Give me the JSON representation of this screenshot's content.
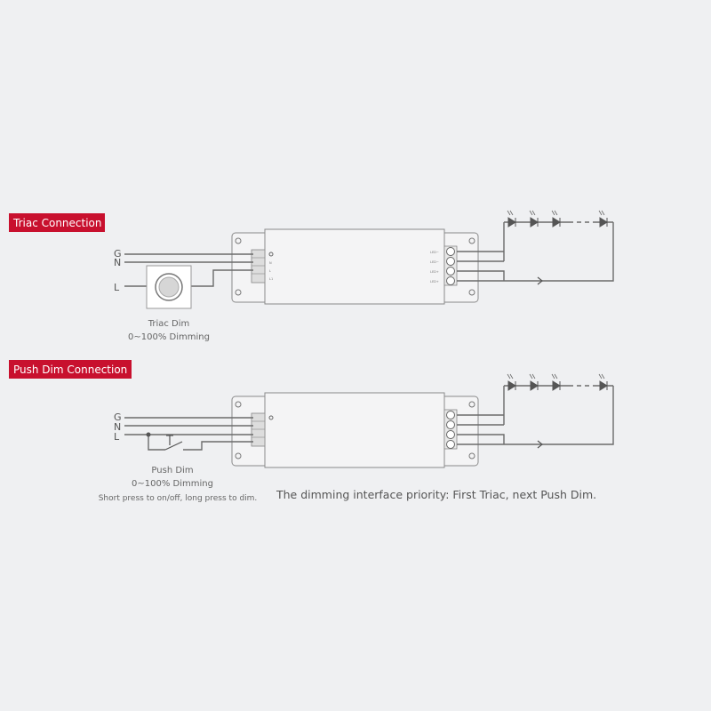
{
  "colors": {
    "accent": "#c8102e",
    "background": "#eff0f2",
    "line": "#6b6b6b"
  },
  "triac": {
    "title": "Triac Connection",
    "wires": {
      "g": "G",
      "n": "N",
      "l": "L"
    },
    "dimmer_label": "Triac Dim",
    "dimmer_range": "0~100% Dimming"
  },
  "push": {
    "title": "Push Dim Connection",
    "wires": {
      "g": "G",
      "n": "N",
      "l": "L"
    },
    "dimmer_label": "Push Dim",
    "dimmer_range": "0~100% Dimming",
    "dimmer_note": "Short press to on/off, long press to dim."
  },
  "driver": {
    "input_terminals": [
      "N",
      "L",
      "L1"
    ],
    "output_terminals": [
      "LED−",
      "LED−",
      "LED+",
      "LED+"
    ]
  },
  "priority_note": "The dimming interface priority: First Triac, next Push Dim."
}
